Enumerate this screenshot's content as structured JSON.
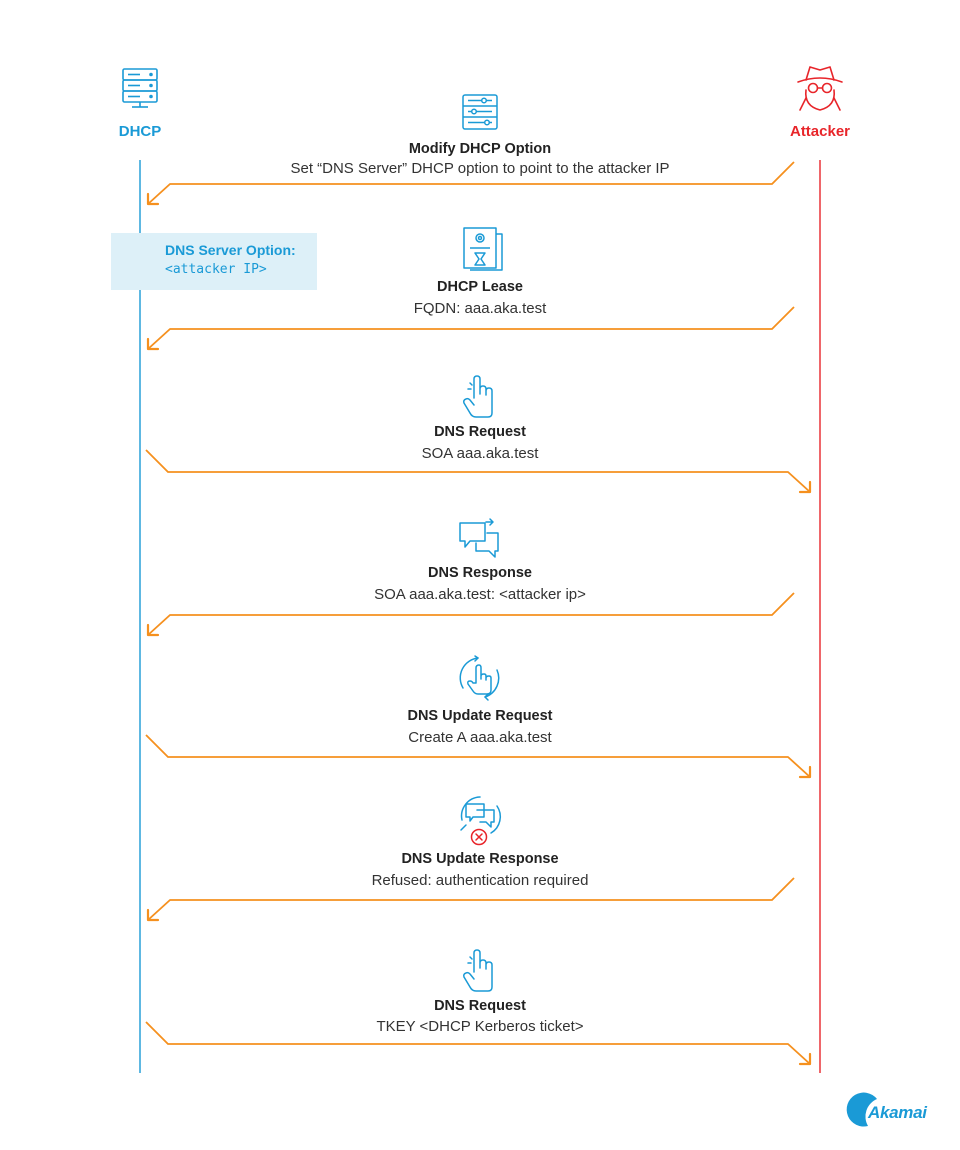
{
  "actors": {
    "dhcp": {
      "label": "DHCP",
      "icon": "server-icon",
      "color": "#1a9ad6"
    },
    "attacker": {
      "label": "Attacker",
      "icon": "hacker-icon",
      "color": "#e8252a"
    }
  },
  "arrow_color": "#f5901e",
  "state_box": {
    "title": "DNS Server Option:",
    "value": "<attacker IP>",
    "icon": "network-node-icon",
    "background": "#ddf0f8"
  },
  "steps": [
    {
      "title": "Modify DHCP Option",
      "desc": "Set “DNS Server” DHCP option to point to the attacker IP",
      "direction": "to-dhcp",
      "icon": "server-settings-icon"
    },
    {
      "title": "DHCP Lease",
      "desc": "FQDN: aaa.aka.test",
      "direction": "to-dhcp",
      "icon": "certificate-icon"
    },
    {
      "title": "DNS Request",
      "desc": "SOA aaa.aka.test",
      "direction": "to-attacker",
      "icon": "pointing-hand-icon"
    },
    {
      "title": "DNS Response",
      "desc": "SOA aaa.aka.test: <attacker ip>",
      "direction": "to-dhcp",
      "icon": "chat-exchange-icon"
    },
    {
      "title": "DNS Update Request",
      "desc": "Create A aaa.aka.test",
      "direction": "to-attacker",
      "icon": "hand-refresh-icon"
    },
    {
      "title": "DNS Update Response",
      "desc": "Refused: authentication required",
      "direction": "to-dhcp",
      "icon": "chat-refused-icon"
    },
    {
      "title": "DNS Request",
      "desc": "TKEY <DHCP Kerberos ticket>",
      "direction": "to-attacker",
      "icon": "pointing-hand-icon"
    }
  ],
  "logo": {
    "text": "Akamai",
    "color": "#1a9ad6"
  }
}
